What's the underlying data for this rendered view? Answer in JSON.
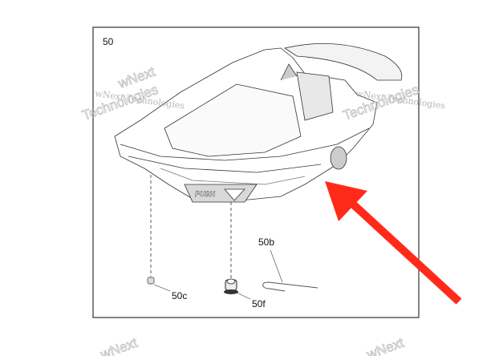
{
  "diagram": {
    "part_number": "50",
    "callouts": [
      {
        "id": "50b",
        "label": "50b"
      },
      {
        "id": "50c",
        "label": "50c"
      },
      {
        "id": "50f",
        "label": "50f"
      }
    ],
    "embossed_text": "PUSH",
    "arrow_color": "#ff2a1a"
  },
  "watermark": {
    "line1": "wNext",
    "line2": "Technologies",
    "inline": "wNext Technologies"
  }
}
